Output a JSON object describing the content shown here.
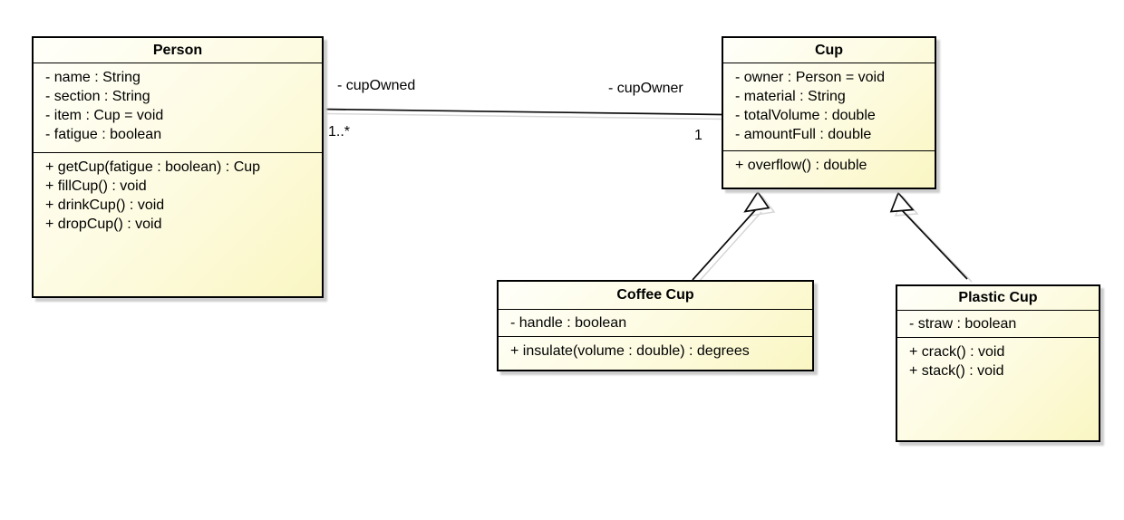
{
  "diagram": {
    "classes": [
      {
        "name": "Person",
        "attributes": [
          "- name : String",
          "- section : String",
          "- item : Cup = void",
          "- fatigue : boolean"
        ],
        "methods": [
          "+ getCup(fatigue : boolean) : Cup",
          "+ fillCup() : void",
          "+ drinkCup() : void",
          "+ dropCup() : void"
        ]
      },
      {
        "name": "Cup",
        "attributes": [
          "- owner : Person = void",
          "- material : String",
          "- totalVolume : double",
          "- amountFull : double"
        ],
        "methods": [
          "+ overflow() : double"
        ]
      },
      {
        "name": "Coffee Cup",
        "attributes": [
          "- handle : boolean"
        ],
        "methods": [
          "+ insulate(volume : double) : degrees"
        ]
      },
      {
        "name": "Plastic Cup",
        "attributes": [
          "- straw : boolean"
        ],
        "methods": [
          "+ crack() : void",
          "+ stack() : void"
        ]
      }
    ],
    "association": {
      "source_role": "- cupOwned",
      "source_multiplicity": "1..*",
      "target_role": "- cupOwner",
      "target_multiplicity": "1"
    },
    "relationships": [
      {
        "type": "association",
        "from": "Person",
        "to": "Cup"
      },
      {
        "type": "generalization",
        "from": "Coffee Cup",
        "to": "Cup"
      },
      {
        "type": "generalization",
        "from": "Plastic Cup",
        "to": "Cup"
      }
    ],
    "colors": {
      "class_fill_light": "#fffffa",
      "class_fill_dark": "#faf6c3",
      "border": "#000000",
      "shadow": "#cdcdcd",
      "background": "#ffffff"
    }
  }
}
